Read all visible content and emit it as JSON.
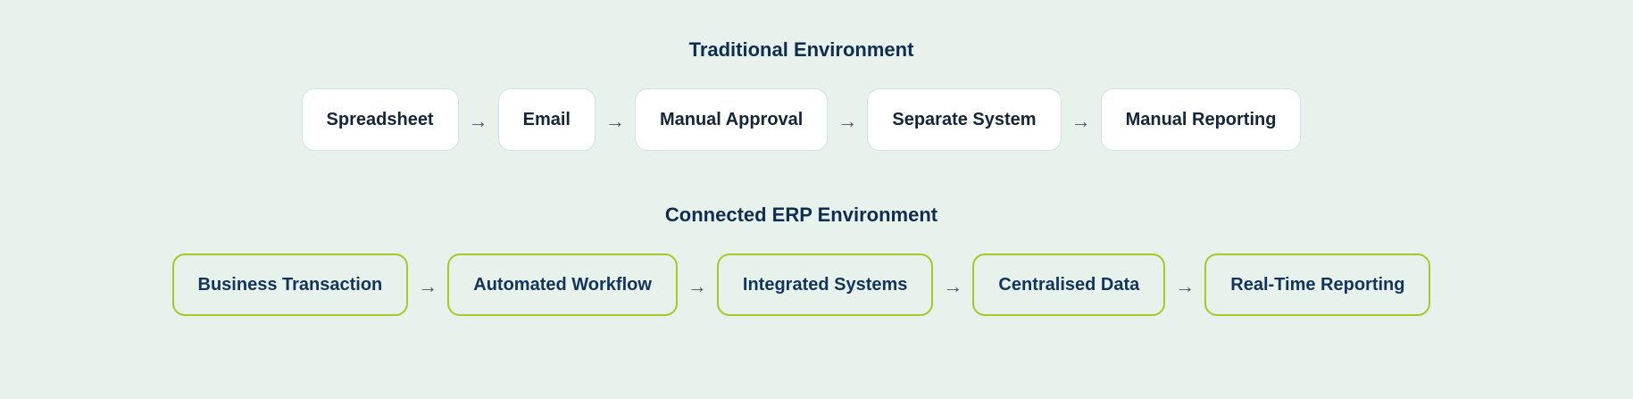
{
  "colors": {
    "background": "#e8f2ed",
    "title": "#0e2d4f",
    "traditional_box_bg": "#ffffff",
    "traditional_box_border": "#d4dfe5",
    "connected_box_border": "#a6c92a"
  },
  "arrow_glyph": "→",
  "traditional": {
    "title": "Traditional Environment",
    "steps": [
      {
        "label": "Spreadsheet"
      },
      {
        "label": "Email"
      },
      {
        "label": "Manual Approval"
      },
      {
        "label": "Separate System"
      },
      {
        "label": "Manual Reporting"
      }
    ]
  },
  "connected": {
    "title": "Connected ERP Environment",
    "steps": [
      {
        "label": "Business Transaction"
      },
      {
        "label": "Automated Workflow"
      },
      {
        "label": "Integrated Systems"
      },
      {
        "label": "Centralised Data"
      },
      {
        "label": "Real-Time Reporting"
      }
    ]
  }
}
